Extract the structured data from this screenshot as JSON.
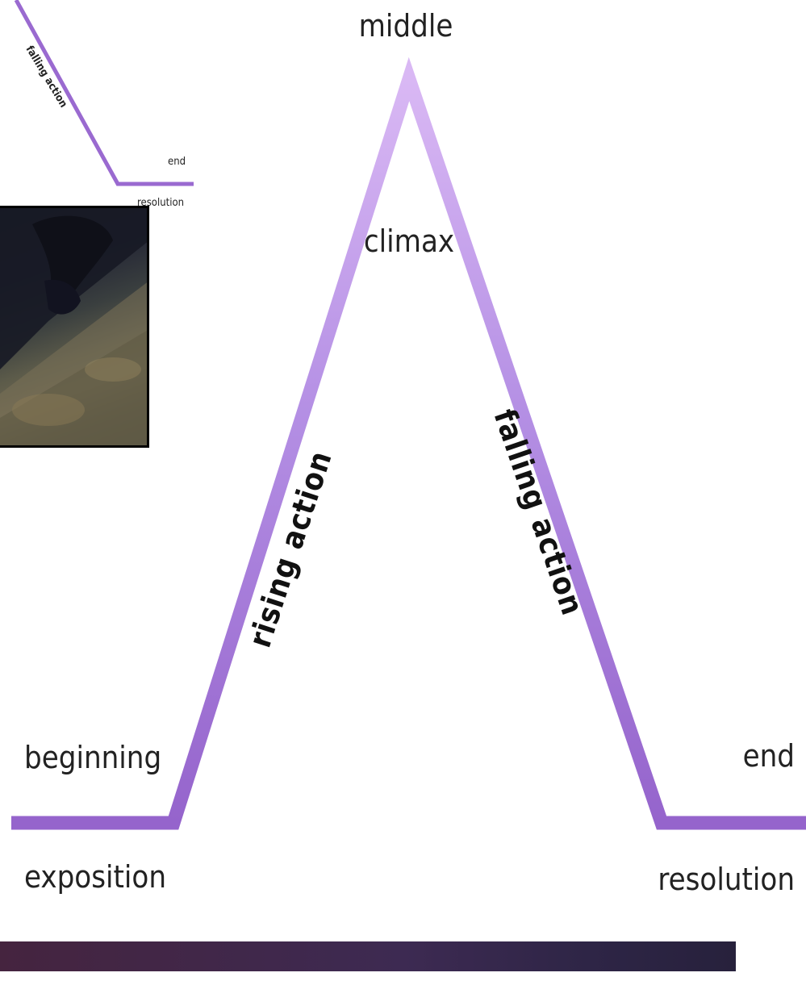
{
  "diagram": {
    "main": {
      "top_label": "middle",
      "peak_label": "climax",
      "left_diagonal_label": "rising action",
      "right_diagonal_label": "falling action",
      "left_top_label": "beginning",
      "left_bottom_label": "exposition",
      "right_top_label": "end",
      "right_bottom_label": "resolution"
    },
    "inset": {
      "diagonal_label": "falling action",
      "end_label": "end",
      "resolution_label": "resolution"
    },
    "colors": {
      "line_top": "#d4b0f0",
      "line_bottom": "#9564cc",
      "bar_left": "#45243f",
      "bar_right": "#27213c"
    }
  }
}
